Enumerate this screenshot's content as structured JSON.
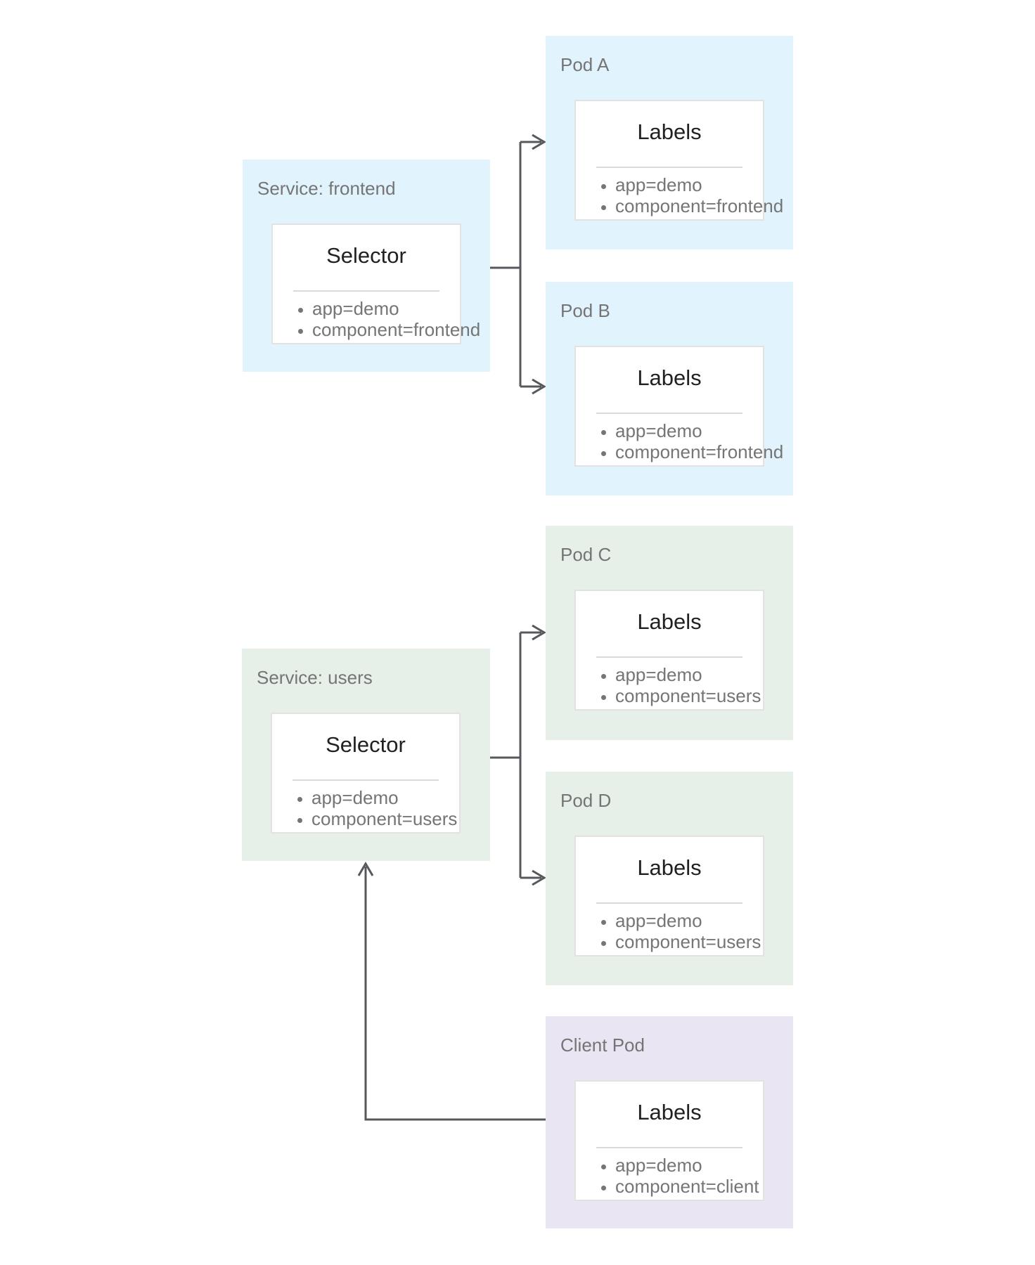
{
  "diagram": {
    "background": "#ffffff",
    "colors": {
      "frontend_group_bg": "#e1f3fc",
      "users_group_bg": "#e7efe9",
      "client_group_bg": "#e9e5f3",
      "card_bg": "#ffffff",
      "card_border": "#e2e2e2",
      "divider": "#d9d9d9",
      "title_text": "#757575",
      "heading_text": "#212121",
      "item_text": "#757575",
      "arrow": "#55595d"
    },
    "groups": {
      "service_frontend": {
        "title": "Service: frontend",
        "card_heading": "Selector",
        "items": [
          "app=demo",
          "component=frontend"
        ]
      },
      "pod_a": {
        "title": "Pod A",
        "card_heading": "Labels",
        "items": [
          "app=demo",
          "component=frontend"
        ]
      },
      "pod_b": {
        "title": "Pod B",
        "card_heading": "Labels",
        "items": [
          "app=demo",
          "component=frontend"
        ]
      },
      "pod_c": {
        "title": "Pod C",
        "card_heading": "Labels",
        "items": [
          "app=demo",
          "component=users"
        ]
      },
      "service_users": {
        "title": "Service: users",
        "card_heading": "Selector",
        "items": [
          "app=demo",
          "component=users"
        ]
      },
      "pod_d": {
        "title": "Pod D",
        "card_heading": "Labels",
        "items": [
          "app=demo",
          "component=users"
        ]
      },
      "client_pod": {
        "title": "Client Pod",
        "card_heading": "Labels",
        "items": [
          "app=demo",
          "component=client"
        ]
      }
    },
    "connections": [
      {
        "from": "service_frontend",
        "to": "pod_a"
      },
      {
        "from": "service_frontend",
        "to": "pod_b"
      },
      {
        "from": "service_users",
        "to": "pod_c"
      },
      {
        "from": "service_users",
        "to": "pod_d"
      },
      {
        "from": "client_pod",
        "to": "service_users"
      }
    ]
  }
}
